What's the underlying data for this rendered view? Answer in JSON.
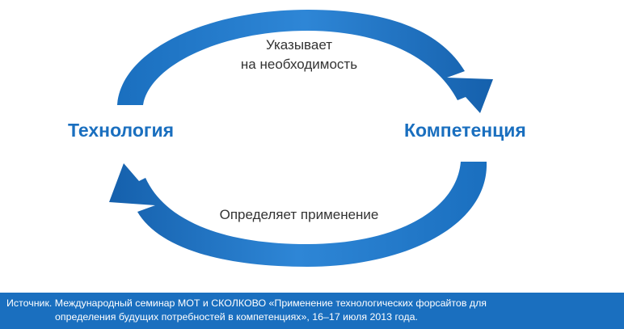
{
  "diagram": {
    "left_node": "Технология",
    "right_node": "Компетенция",
    "top_edge": {
      "line1": "Указывает",
      "line2": "на необходимость"
    },
    "bottom_edge": "Определяет применение",
    "colors": {
      "accent": "#1a6fbf",
      "text": "#333333"
    }
  },
  "source": {
    "line1": "Источник. Международный семинар МОТ и СКОЛКОВО «Применение технологических форсайтов для",
    "line2": "определения будущих потребностей в компетенциях», 16–17 июля 2013 года."
  }
}
